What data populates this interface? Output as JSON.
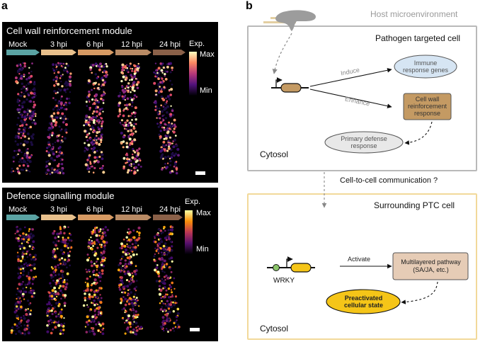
{
  "panel_a": {
    "letter": "a",
    "top": {
      "title": "Cell wall reinforcement module",
      "timepoints": [
        "Mock",
        "3 hpi",
        "6 hpi",
        "12 hpi",
        "24 hpi"
      ],
      "colorbar": {
        "title": "Exp.",
        "max": "Max",
        "min": "Min"
      }
    },
    "bottom": {
      "title": "Defence signalling module",
      "timepoints": [
        "Mock",
        "3 hpi",
        "6 hpi",
        "12 hpi",
        "24 hpi"
      ],
      "colorbar": {
        "title": "Exp.",
        "max": "Max",
        "min": "Min"
      }
    }
  },
  "panel_b": {
    "letter": "b",
    "host_label": "Host microenvironment",
    "ptc": {
      "title": "Pathogen targeted cell",
      "induce": "Induce",
      "enhance": "Enhance",
      "immune_genes": "Immune response genes",
      "cell_wall": "Cell wall reinforcement response",
      "primary": "Primary defense response",
      "cytosol": "Cytosol"
    },
    "communication": "Cell-to-cell communication ?",
    "surrounding": {
      "title": "Surrounding PTC cell",
      "activate": "Activate",
      "wrky": "WRKY",
      "pathway": "Multilayered pathway (SA/JA, etc.)",
      "preactivated": "Preactivated cellular state",
      "cytosol": "Cytosol"
    }
  },
  "colors": {
    "arrow_mock": "#5aa3a3",
    "arrow_3hpi": "#e8c08c",
    "arrow_6hpi": "#d79a63",
    "arrow_12hpi": "#b88a64",
    "arrow_24hpi": "#8a6048",
    "ptc_border": "#b9b9b9",
    "surround_border": "#f2d99a",
    "immune_fill": "#d6e5f3",
    "cellwall_fill": "#c49a63",
    "pathway_fill": "#e6ccb6",
    "preactivated_fill": "#f5c518"
  }
}
